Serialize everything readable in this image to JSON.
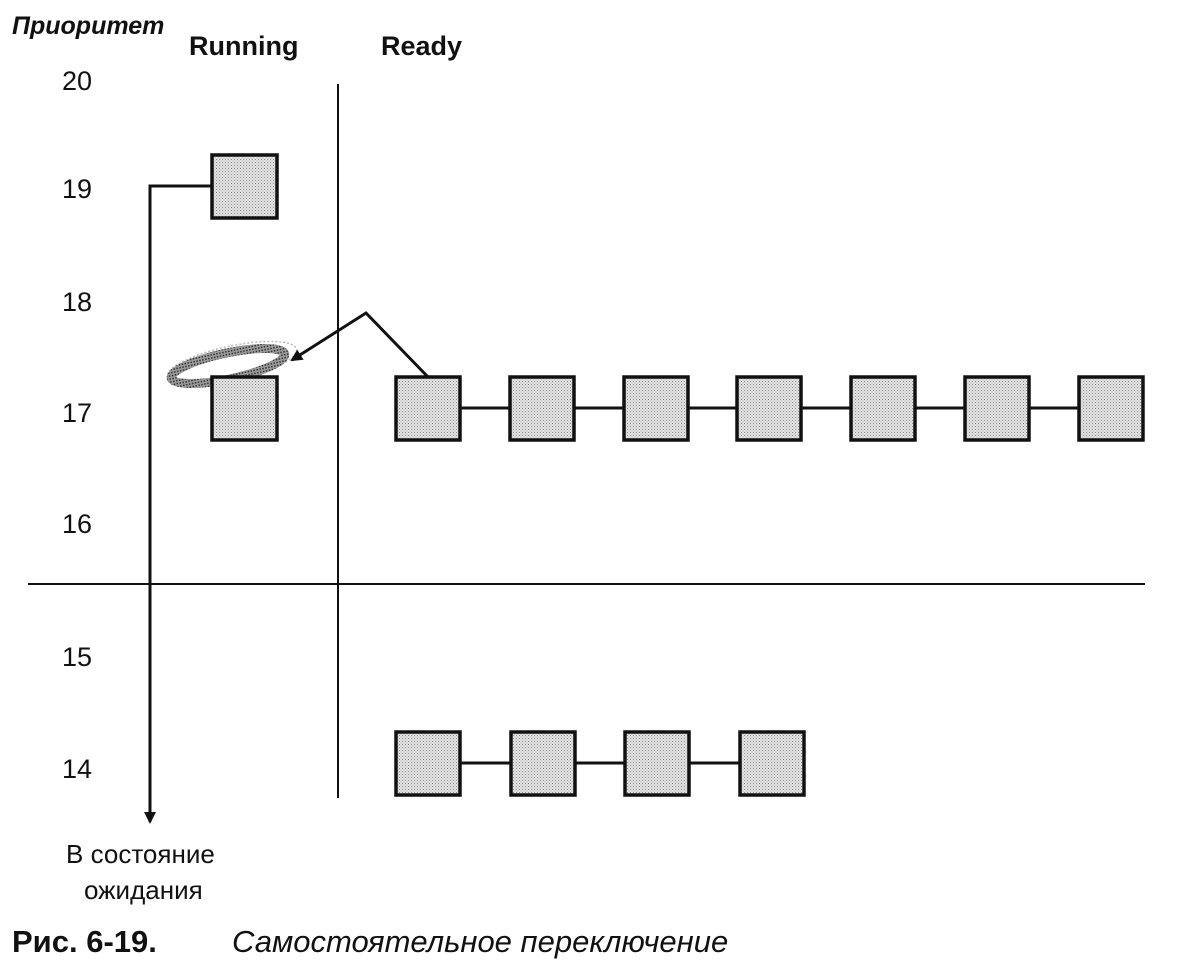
{
  "headers": {
    "priority": "Приоритет",
    "running": "Running",
    "ready": "Ready"
  },
  "priority_levels": [
    "20",
    "19",
    "18",
    "17",
    "16",
    "15",
    "14"
  ],
  "running_threads": [
    {
      "priority": 19
    },
    {
      "priority": 17
    }
  ],
  "ready_queues": [
    {
      "priority": 17,
      "count": 7
    },
    {
      "priority": 14,
      "count": 4
    }
  ],
  "wait_label": {
    "line1": "В состояние",
    "line2": "ожидания"
  },
  "caption": {
    "number": "Рис. 6-19.",
    "text": "Самостоятельное переключение"
  },
  "colors": {
    "ink": "#111111",
    "box_fill": "#d9d9d9"
  }
}
